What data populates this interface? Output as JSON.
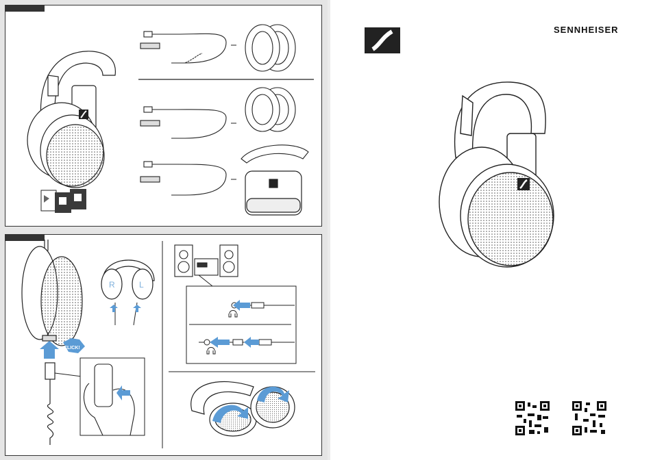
{
  "brand": {
    "name": "SENNHEISER"
  },
  "callouts": {
    "click": "CLICK!",
    "right": "R",
    "left": "L"
  },
  "colors": {
    "accent_blue": "#5b9bd5",
    "ink": "#222222",
    "panel_grey": "#e5e5e5"
  },
  "icons": [
    "sennheiser-logo-icon",
    "headphone-symbol-icon",
    "qr-code-icon",
    "arrow-icon"
  ]
}
